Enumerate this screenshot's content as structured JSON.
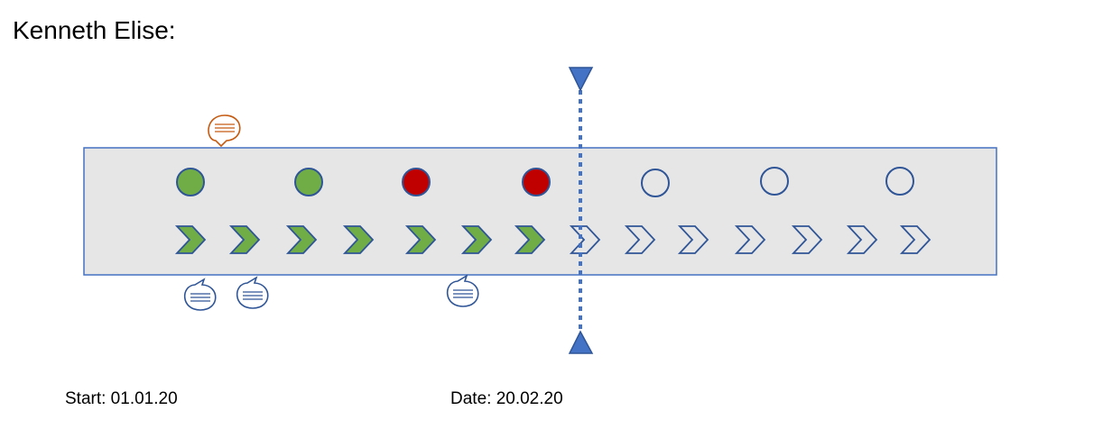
{
  "title": "Kenneth Elise:",
  "start_label": "Start: 01.01.20",
  "date_label": "Date: 20.02.20",
  "colors": {
    "panel_fill": "#e6e6e6",
    "panel_border": "#4472c4",
    "green": "#70ad47",
    "red": "#c00000",
    "blue": "#2f5597",
    "marker_blue": "#4472c4",
    "orange_comment": "#c55a11",
    "blue_comment": "#2f5597"
  },
  "status_dots": [
    "green",
    "green",
    "red",
    "red",
    "empty",
    "empty",
    "empty"
  ],
  "chevrons": [
    "filled",
    "filled",
    "filled",
    "filled",
    "filled",
    "filled",
    "filled",
    "outline",
    "outline",
    "outline",
    "outline",
    "outline",
    "outline",
    "outline"
  ],
  "comments": [
    {
      "color": "orange",
      "position": "above",
      "icon": "speech-bubble-icon"
    },
    {
      "color": "blue",
      "position": "below",
      "icon": "speech-bubble-icon"
    },
    {
      "color": "blue",
      "position": "below",
      "icon": "speech-bubble-icon"
    },
    {
      "color": "blue",
      "position": "below",
      "icon": "speech-bubble-icon"
    }
  ],
  "marker": {
    "style": "dotted",
    "icons": [
      "triangle-down-icon",
      "triangle-up-icon"
    ]
  }
}
